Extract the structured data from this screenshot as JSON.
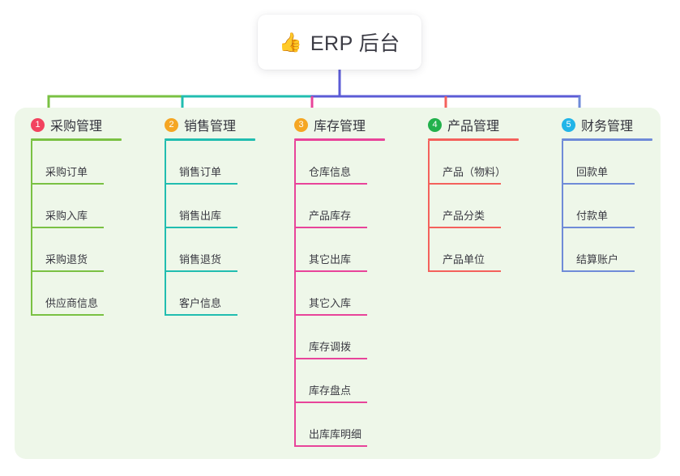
{
  "root": {
    "icon": "thumbs-up-emoji",
    "emoji": "👍",
    "title": "ERP 后台"
  },
  "colors": {
    "panel_bg": "#eef7e9",
    "page_bg": "#ffffff",
    "trunk": "#5b5bd6",
    "text": "#33333c"
  },
  "columns": [
    {
      "number": "1",
      "title": "采购管理",
      "badge_color": "#f2435f",
      "line_color": "#7ac143",
      "items": [
        {
          "label": "采购订单"
        },
        {
          "label": "采购入库"
        },
        {
          "label": "采购退货"
        },
        {
          "label": "供应商信息"
        }
      ]
    },
    {
      "number": "2",
      "title": "销售管理",
      "badge_color": "#f5a623",
      "line_color": "#21bdb0",
      "items": [
        {
          "label": "销售订单"
        },
        {
          "label": "销售出库"
        },
        {
          "label": "销售退货"
        },
        {
          "label": "客户信息"
        }
      ]
    },
    {
      "number": "3",
      "title": "库存管理",
      "badge_color": "#f5a623",
      "line_color": "#e8449a",
      "items": [
        {
          "label": "仓库信息"
        },
        {
          "label": "产品库存"
        },
        {
          "label": "其它出库"
        },
        {
          "label": "其它入库"
        },
        {
          "label": "库存调拨"
        },
        {
          "label": "库存盘点"
        },
        {
          "label": "出库库明细"
        }
      ]
    },
    {
      "number": "4",
      "title": "产品管理",
      "badge_color": "#22b14c",
      "line_color": "#f4615c",
      "items": [
        {
          "label": "产品（物料）"
        },
        {
          "label": "产品分类"
        },
        {
          "label": "产品单位"
        }
      ]
    },
    {
      "number": "5",
      "title": "财务管理",
      "badge_color": "#22b5e8",
      "line_color": "#6f8bd8",
      "items": [
        {
          "label": "回款单"
        },
        {
          "label": "付款单"
        },
        {
          "label": "结算账户"
        }
      ]
    }
  ]
}
